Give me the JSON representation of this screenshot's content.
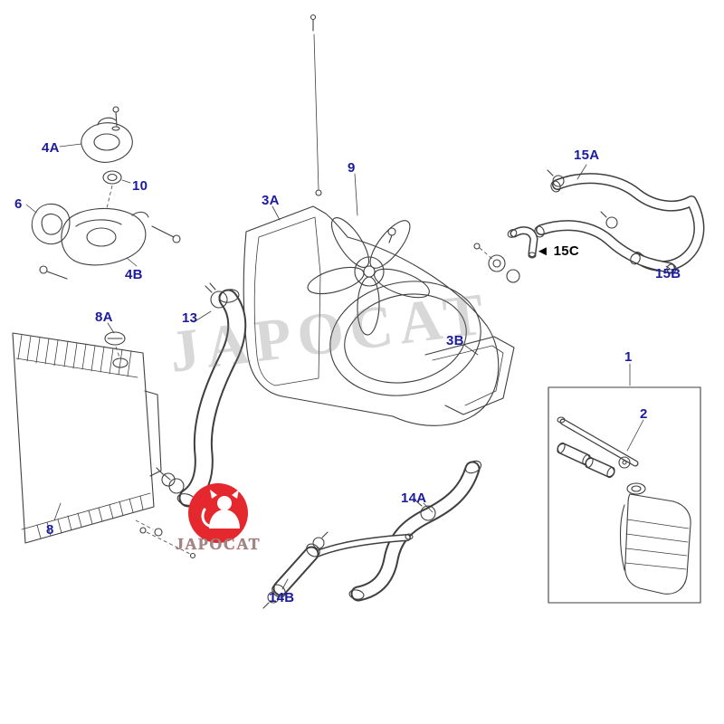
{
  "watermark": {
    "text": "JAPOCAT"
  },
  "logo": {
    "text": "JAPOCAT",
    "circle_color": "#e5282e",
    "text_color": "#8f8f8f"
  },
  "diagram": {
    "label_color": "#1b1b9e",
    "line_color": "#3f3f3f",
    "arrow_icon": "◄",
    "labels": [
      {
        "id": "4A",
        "text": "4A"
      },
      {
        "id": "10",
        "text": "10"
      },
      {
        "id": "6",
        "text": "6"
      },
      {
        "id": "4B",
        "text": "4B"
      },
      {
        "id": "3A",
        "text": "3A"
      },
      {
        "id": "9",
        "text": "9"
      },
      {
        "id": "8A",
        "text": "8A"
      },
      {
        "id": "13",
        "text": "13"
      },
      {
        "id": "3B",
        "text": "3B"
      },
      {
        "id": "15A",
        "text": "15A"
      },
      {
        "id": "15C",
        "text": "15C"
      },
      {
        "id": "15B",
        "text": "15B"
      },
      {
        "id": "1",
        "text": "1"
      },
      {
        "id": "2",
        "text": "2"
      },
      {
        "id": "8",
        "text": "8"
      },
      {
        "id": "14A",
        "text": "14A"
      },
      {
        "id": "14B",
        "text": "14B"
      }
    ]
  }
}
